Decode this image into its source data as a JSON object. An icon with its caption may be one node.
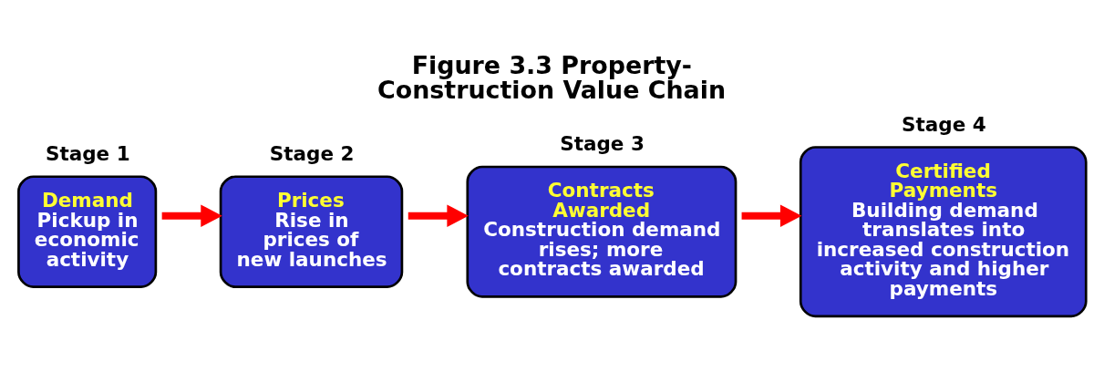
{
  "diagram": {
    "title": "Figure 3.3 Property-Construction Value Chain",
    "nodes": [
      {
        "text": [
          "Demand",
          "Pickup in economic activity"
        ],
        "beside": [
          "Stage 1"
        ]
      },
      {
        "text": [
          "Prices",
          "Rise in prices of new launches"
        ],
        "beside": [
          "Stage 2"
        ]
      },
      {
        "text": [
          "Contracts Awarded",
          "Construction demand rises; more contracts awarded"
        ],
        "beside": [
          "Stage 3"
        ]
      },
      {
        "text": [
          "Certified Payments",
          "Building demand translates into increased construction activity and higher payments"
        ],
        "beside": [
          "Stage 4"
        ]
      }
    ],
    "edges": [
      {
        "from": 0,
        "to": 1,
        "arrow": "to"
      },
      {
        "from": 1,
        "to": 2,
        "arrow": "to"
      },
      {
        "from": 2,
        "to": 3,
        "arrow": "to"
      }
    ]
  }
}
